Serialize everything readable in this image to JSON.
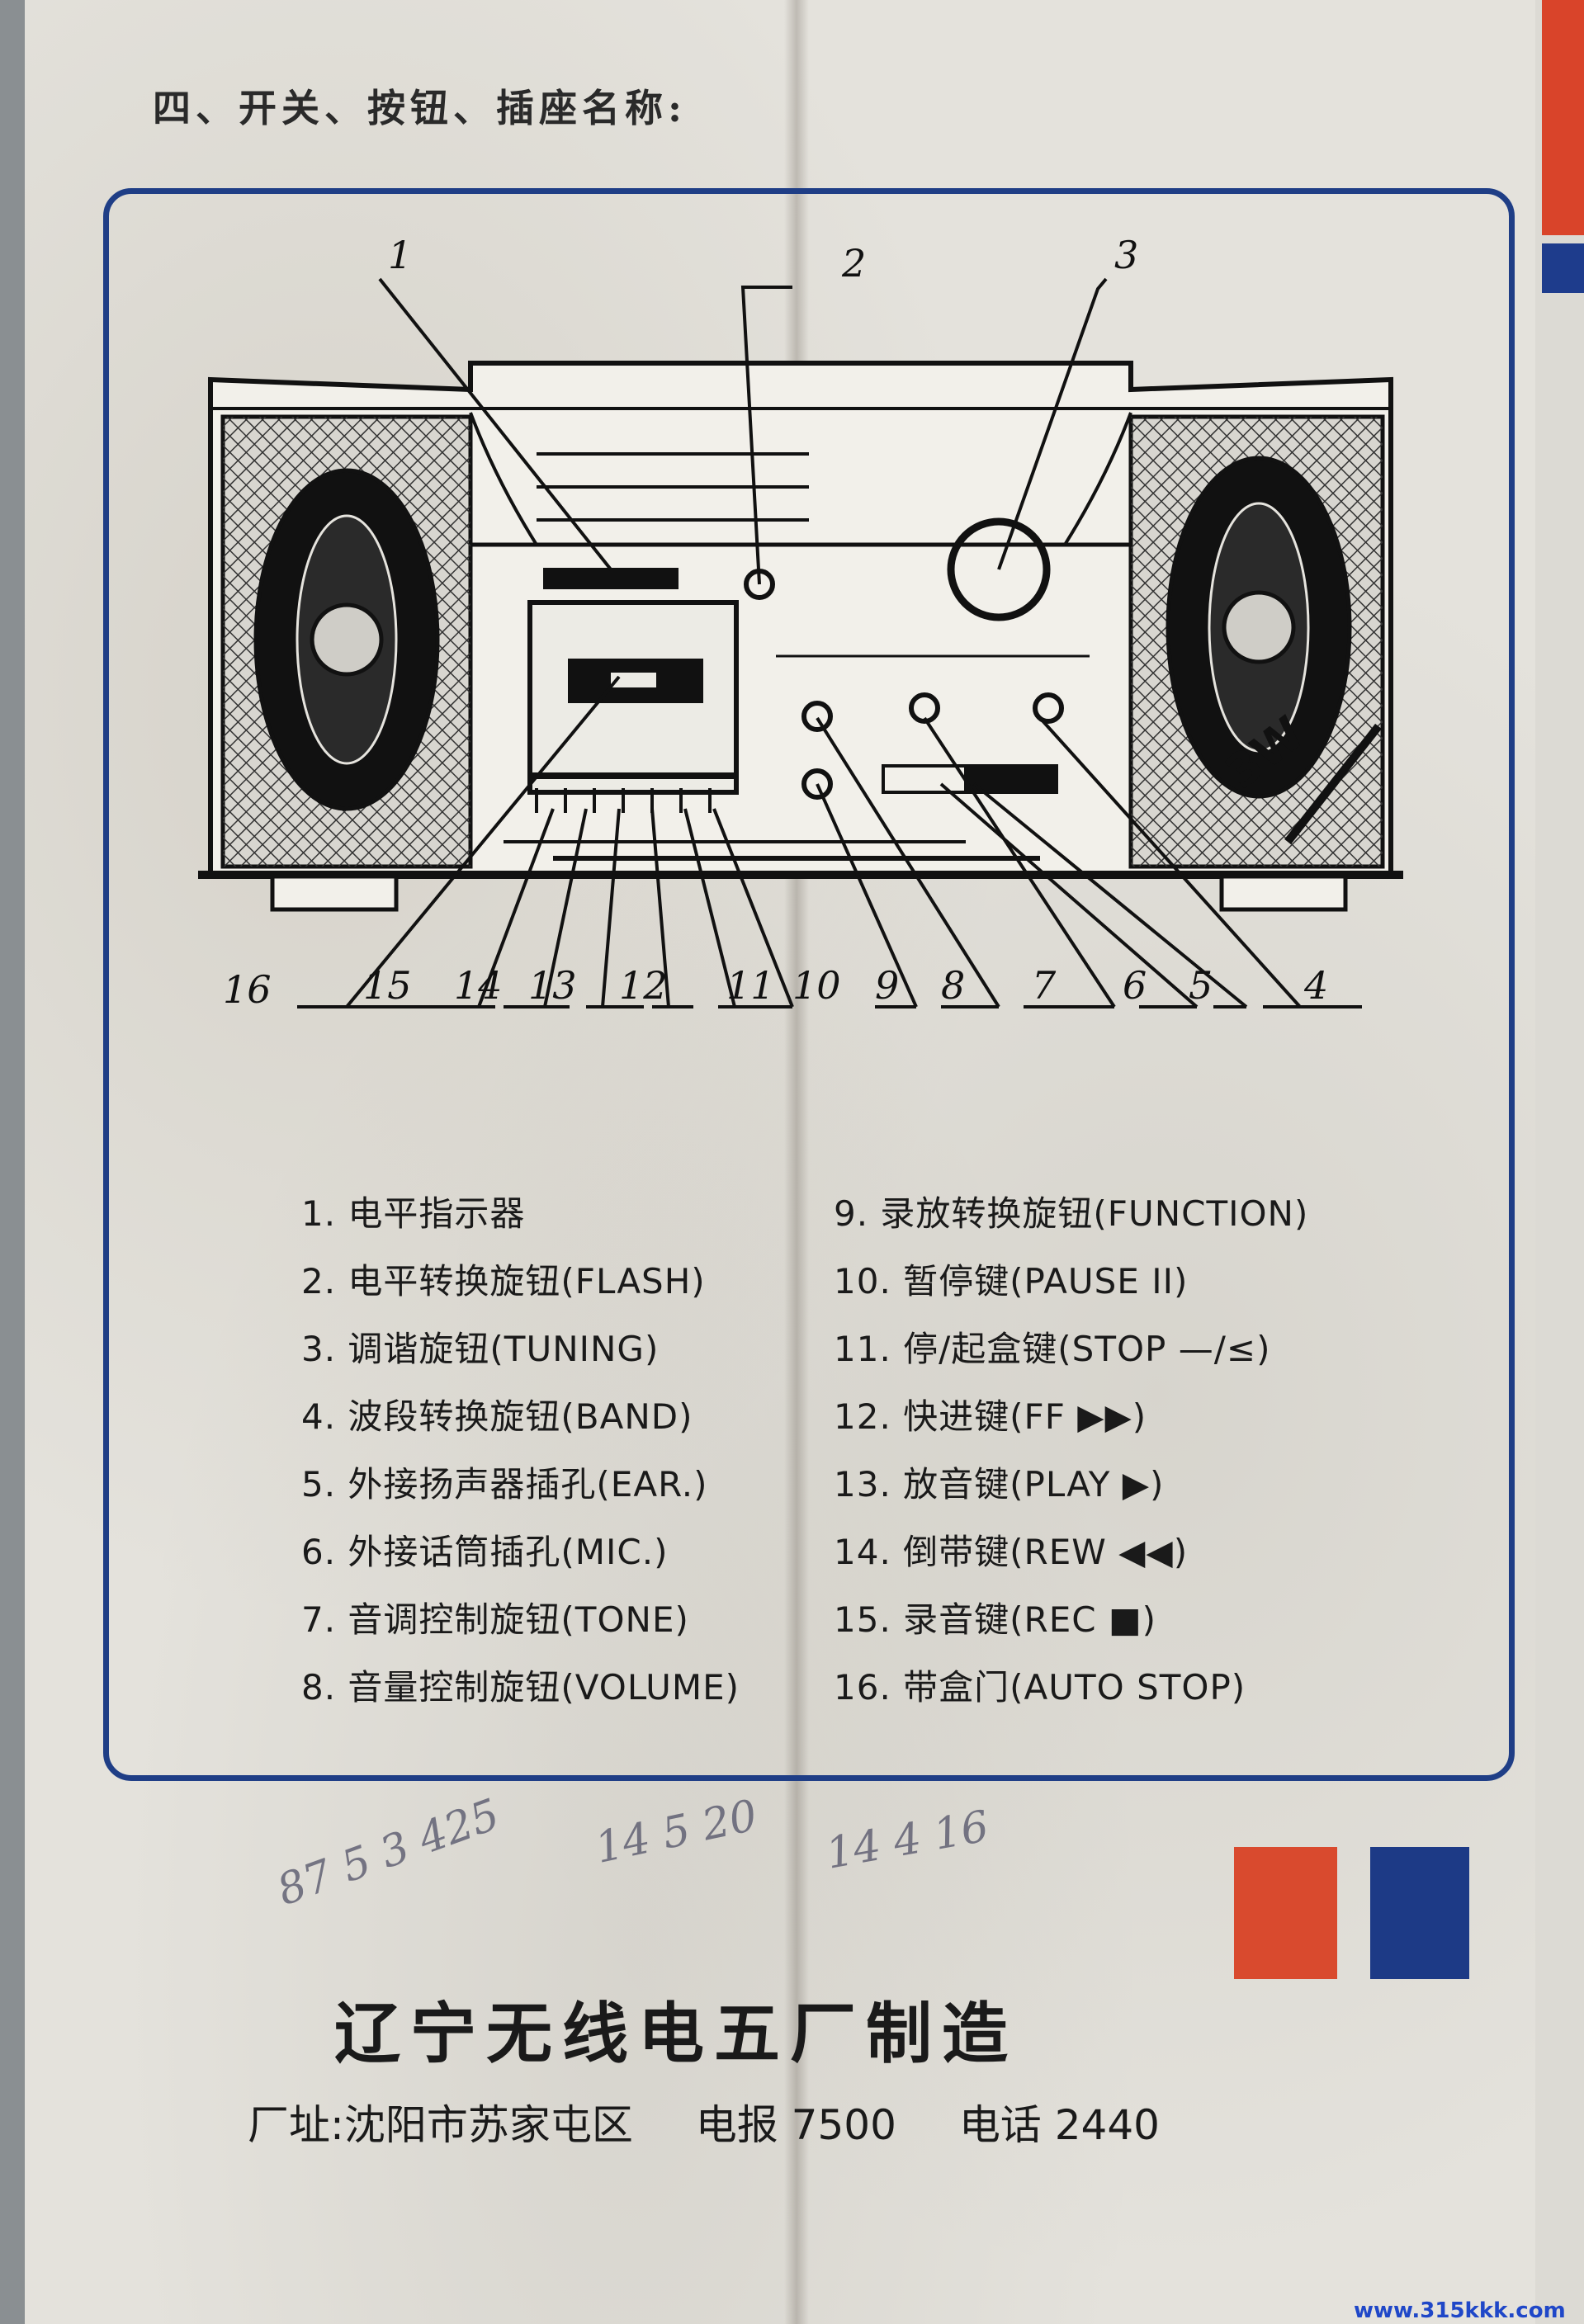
{
  "section_title": "四、开关、按钮、插座名称:",
  "diagram_labels": [
    "1",
    "2",
    "3",
    "4",
    "5",
    "6",
    "7",
    "8",
    "9",
    "10",
    "11",
    "12",
    "13",
    "14",
    "15",
    "16"
  ],
  "speaker_badge": "3W",
  "items_left": [
    "1. 电平指示器",
    "2. 电平转换旋钮(FLASH)",
    "3. 调谐旋钮(TUNING)",
    "4. 波段转换旋钮(BAND)",
    "5. 外接扬声器插孔(EAR.)",
    "6. 外接话筒插孔(MIC.)",
    "7. 音调控制旋钮(TONE)",
    "8. 音量控制旋钮(VOLUME)"
  ],
  "items_right": [
    "9. 录放转换旋钮(FUNCTION)",
    "10. 暂停键(PAUSE  II)",
    "11. 停/起盒键(STOP —/≤)",
    "12. 快进键(FF  ▶▶)",
    "13. 放音键(PLAY  ▶)",
    "14. 倒带键(REW  ◀◀)",
    "15. 录音键(REC  ■)",
    "16. 带盒门(AUTO  STOP)"
  ],
  "handwritten_notes": [
    "87 5 3 425",
    "14 5 20",
    "14 4 16"
  ],
  "manufacturer": "辽宁无线电五厂制造",
  "address": {
    "location": "厂址:沈阳市苏家屯区",
    "telegram": "电报 7500",
    "phone": "电话 2440"
  },
  "watermark": "www.315kkk.com",
  "colors": {
    "frame_blue": "#1f3e86",
    "accent_red": "#d94a2e",
    "accent_blue": "#1d3a86"
  }
}
